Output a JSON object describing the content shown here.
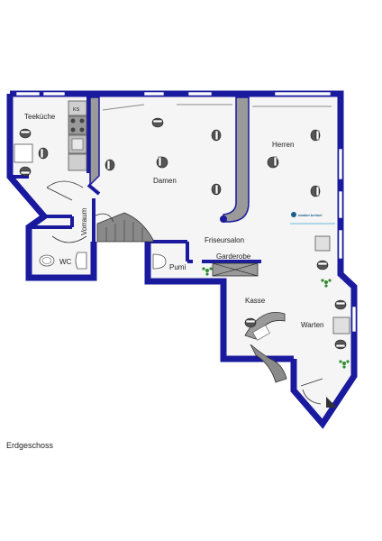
{
  "rooms": {
    "teekueche": "Teeküche",
    "ks": "KS",
    "damen": "Damen",
    "herren": "Herren",
    "vorraum": "Vorraum",
    "wc": "WC",
    "friseursalon": "Friseursalon",
    "garderobe": "Garderobe",
    "pumi": "Pumi",
    "kasse": "Kasse",
    "warten": "Warten"
  },
  "logo_text": "makler.kreisel",
  "floor_label": "Erdgeschoss",
  "colors": {
    "wall": "#1a1a9e",
    "floor": "#f5f5f5",
    "window": "#ffffff",
    "grey_fill": "#9a9a9a"
  }
}
